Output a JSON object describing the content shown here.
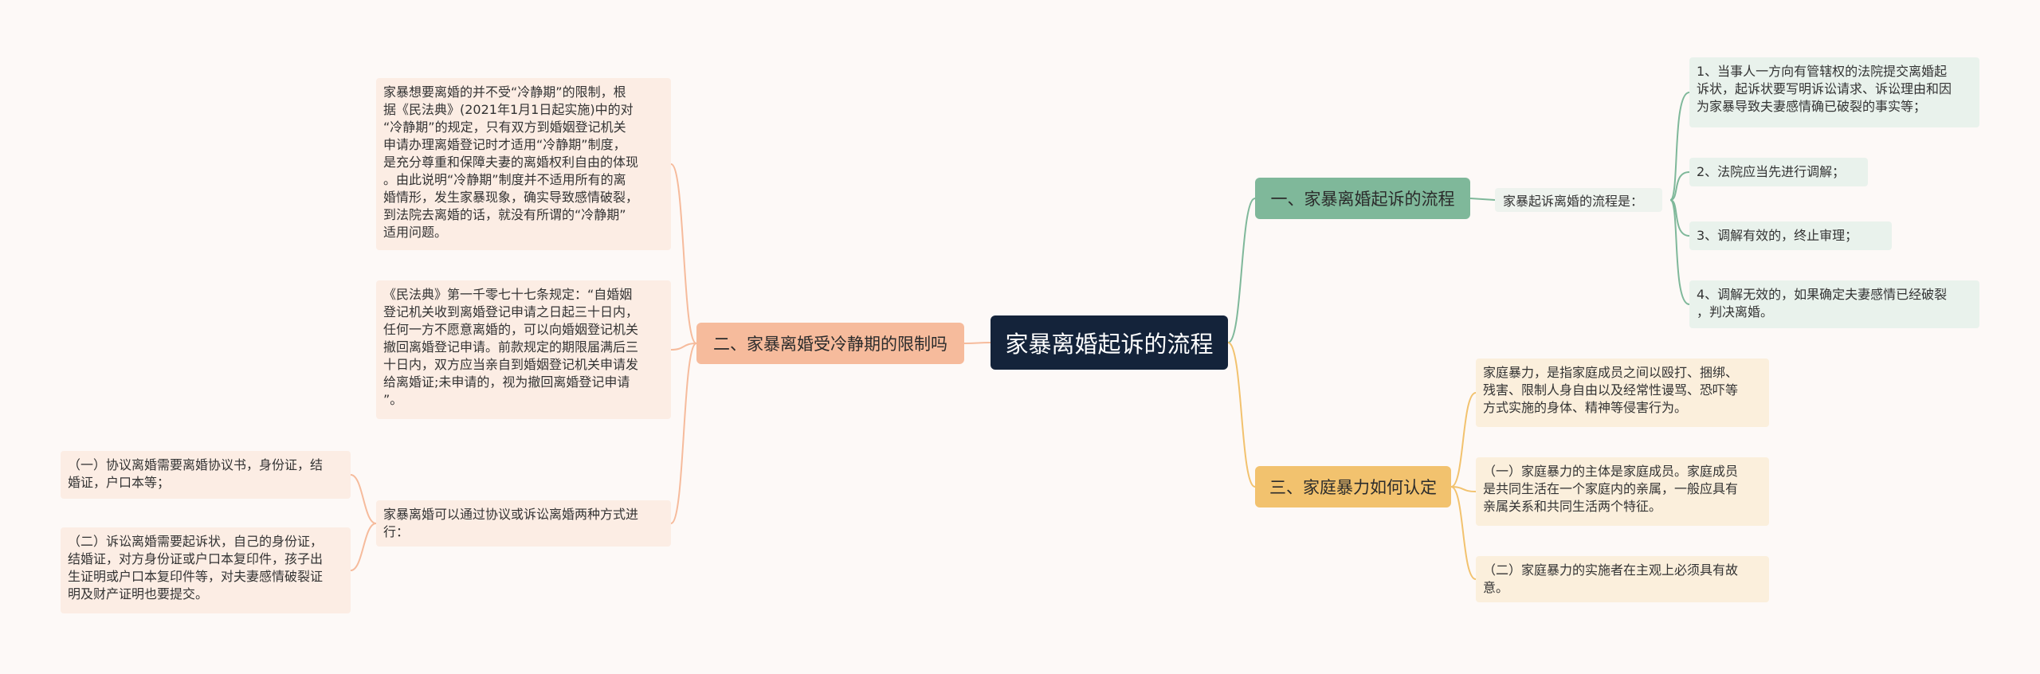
{
  "root": {
    "label": "家暴离婚起诉的流程"
  },
  "branches": [
    {
      "label": "一、家暴离婚起诉的流程",
      "intro": "家暴起诉离婚的流程是：",
      "items": [
        "1、当事人一方向有管辖权的法院提交离婚起\n诉状，起诉状要写明诉讼请求、诉讼理由和因\n为家暴导致夫妻感情确已破裂的事实等；",
        "2、法院应当先进行调解；",
        "3、调解有效的，终止审理；",
        "4、调解无效的，如果确定夫妻感情已经破裂\n，判决离婚。"
      ]
    },
    {
      "label": "二、家暴离婚受冷静期的限制吗",
      "items": [
        "家暴想要离婚的并不受“冷静期”的限制，根\n据《民法典》(2021年1月1日起实施)中的对\n“冷静期”的规定，只有双方到婚姻登记机关\n申请办理离婚登记时才适用“冷静期”制度，\n是充分尊重和保障夫妻的离婚权利自由的体现\n。由此说明“冷静期”制度并不适用所有的离\n婚情形，发生家暴现象，确实导致感情破裂，\n到法院去离婚的话，就没有所谓的“冷静期”\n适用问题。",
        "《民法典》第一千零七十七条规定：“自婚姻\n登记机关收到离婚登记申请之日起三十日内，\n任何一方不愿意离婚的，可以向婚姻登记机关\n撤回离婚登记申请。前款规定的期限届满后三\n十日内，双方应当亲自到婚姻登记机关申请发\n给离婚证;未申请的，视为撤回离婚登记申请\n”。",
        "家暴离婚可以通过协议或诉讼离婚两种方式进\n行："
      ],
      "subitems": [
        "（一）协议离婚需要离婚协议书，身份证，结\n婚证，户口本等；",
        "（二）诉讼离婚需要起诉状，自己的身份证，\n结婚证，对方身份证或户口本复印件，孩子出\n生证明或户口本复印件等，对夫妻感情破裂证\n明及财产证明也要提交。"
      ]
    },
    {
      "label": "三、家庭暴力如何认定",
      "items": [
        "家庭暴力，是指家庭成员之间以殴打、捆绑、\n残害、限制人身自由以及经常性谩骂、恐吓等\n方式实施的身体、精神等侵害行为。",
        "（一）家庭暴力的主体是家庭成员。家庭成员\n是共同生活在一个家庭内的亲属，一般应具有\n亲属关系和共同生活两个特征。",
        "（二）家庭暴力的实施者在主观上必须具有故\n意。"
      ]
    }
  ],
  "colors": {
    "root": "#14233a",
    "branch1": "#7fb89a",
    "branch2": "#f6bb9c",
    "branch3": "#f2c26e",
    "background": "#fdf9f7"
  }
}
